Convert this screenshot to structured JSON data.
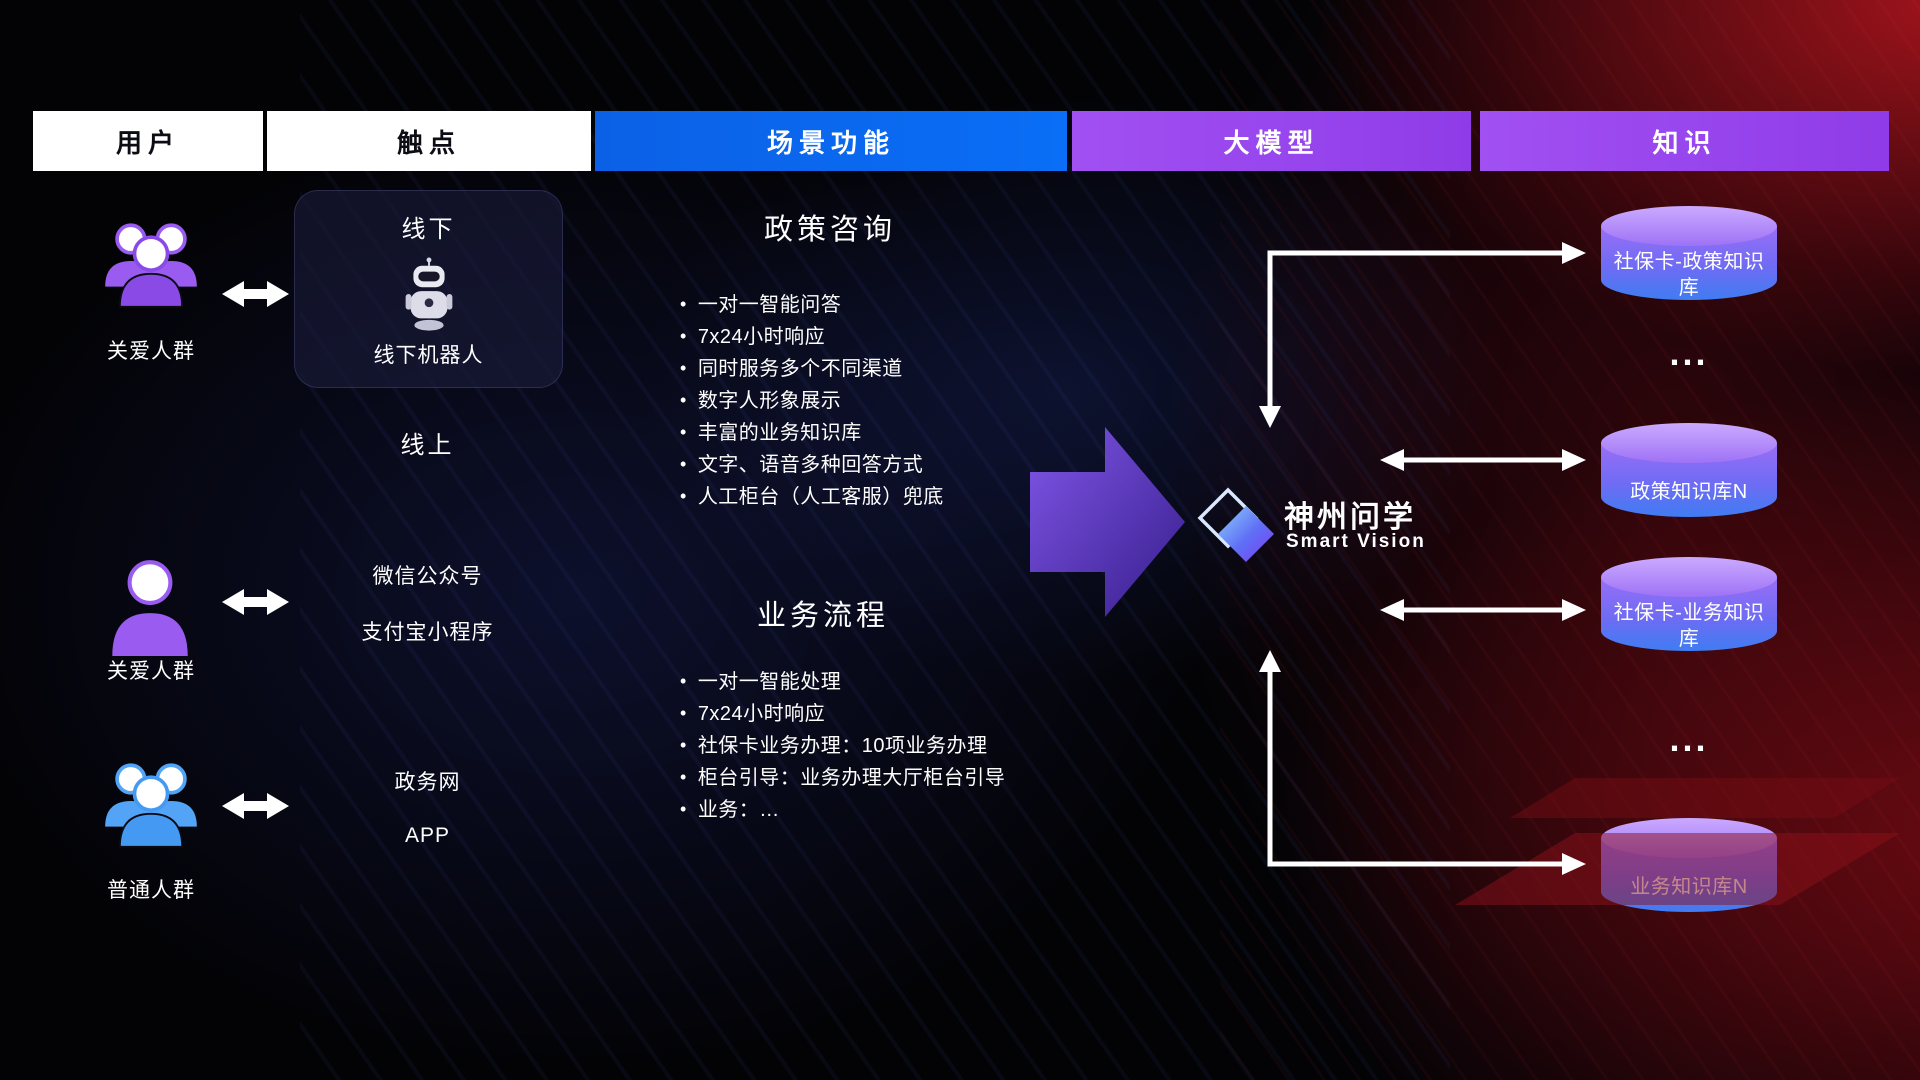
{
  "header": {
    "columns": [
      {
        "label": "用户"
      },
      {
        "label": "触点"
      },
      {
        "label": "场景功能"
      },
      {
        "label": "大模型"
      },
      {
        "label": "知识"
      }
    ]
  },
  "users": [
    {
      "label": "关爱人群",
      "icon": "group-people-purple"
    },
    {
      "label": "关爱人群",
      "icon": "single-person-purple"
    },
    {
      "label": "普通人群",
      "icon": "group-people-blue"
    }
  ],
  "touchpoints": {
    "offline_title": "线下",
    "offline_robot_label": "线下机器人",
    "online_title": "线上",
    "online_items": [
      "微信公众号",
      "支付宝小程序",
      "政务网",
      "APP"
    ]
  },
  "scenarios": [
    {
      "title": "政策咨询",
      "items": [
        "一对一智能问答",
        "7x24小时响应",
        "同时服务多个不同渠道",
        "数字人形象展示",
        "丰富的业务知识库",
        "文字、语音多种回答方式",
        "人工柜台（人工客服）兜底"
      ]
    },
    {
      "title": "业务流程",
      "items": [
        "一对一智能处理",
        "7x24小时响应",
        "社保卡业务办理：10项业务办理",
        "柜台引导：业务办理大厅柜台引导",
        "业务：…"
      ]
    }
  ],
  "model": {
    "name": "神州问学",
    "subtitle": "Smart Vision"
  },
  "knowledge": [
    {
      "label": "社保卡-政策知识库",
      "type": "db"
    },
    {
      "label": "...",
      "type": "ellipsis"
    },
    {
      "label": "政策知识库N",
      "type": "db"
    },
    {
      "label": "社保卡-业务知识库",
      "type": "db"
    },
    {
      "label": "...",
      "type": "ellipsis"
    },
    {
      "label": "业务知识库N",
      "type": "db"
    }
  ],
  "colors": {
    "header_blue": "#0a6ef6",
    "header_purple": "#9b4df0",
    "cylinder_top": "#cbaaff",
    "cylinder_bottom": "#3f7cf2",
    "connector_white": "#ffffff",
    "flow_arrow_purple": "#7b46ee",
    "background_red": "#b01220",
    "user_icon_purple": "#9a5cf0",
    "user_icon_blue": "#53a4f7"
  }
}
